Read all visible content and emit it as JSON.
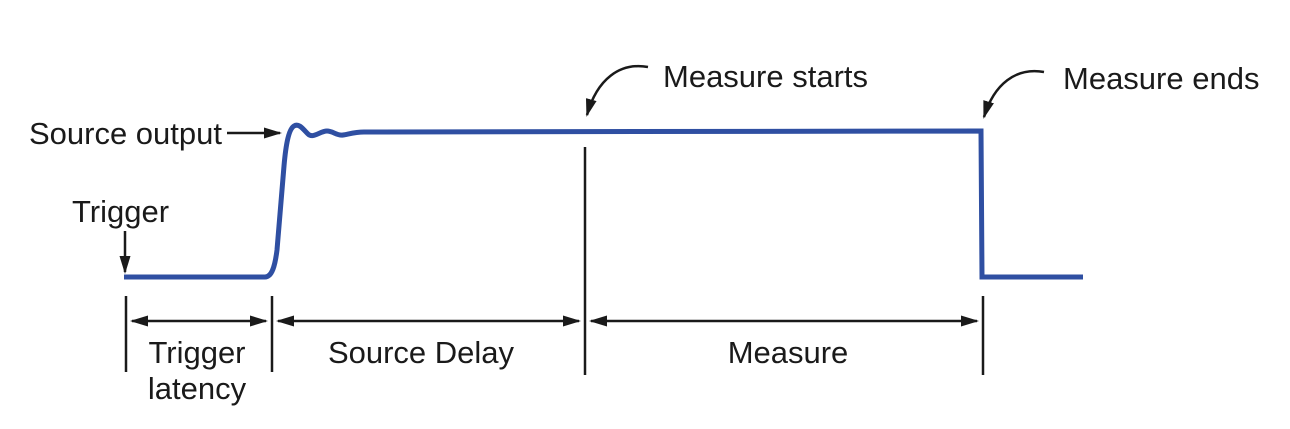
{
  "diagram": {
    "type": "timing-waveform",
    "colors": {
      "waveform": "#2F4FA2",
      "annotation": "#1A1A1A",
      "background": "#FFFFFF"
    },
    "callouts": {
      "source_output": "Source output",
      "trigger": "Trigger",
      "measure_starts": "Measure starts",
      "measure_ends": "Measure ends"
    },
    "intervals": {
      "trigger_latency_line1": "Trigger",
      "trigger_latency_line2": "latency",
      "source_delay": "Source Delay",
      "measure": "Measure"
    }
  }
}
